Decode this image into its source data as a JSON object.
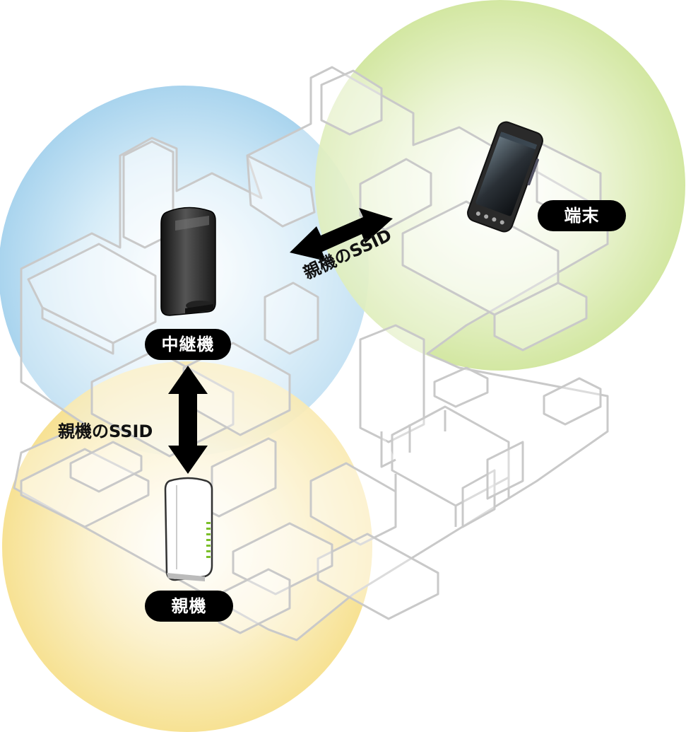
{
  "labels": {
    "repeater": "中継機",
    "terminal": "端末",
    "parent": "親機"
  },
  "links": {
    "ssid_upper": "親機のSSID",
    "ssid_lower": "親機のSSID"
  },
  "colors": {
    "repeater_zone": "#a9d4ee",
    "terminal_zone": "#cfe59a",
    "parent_zone": "#f6df8a"
  }
}
